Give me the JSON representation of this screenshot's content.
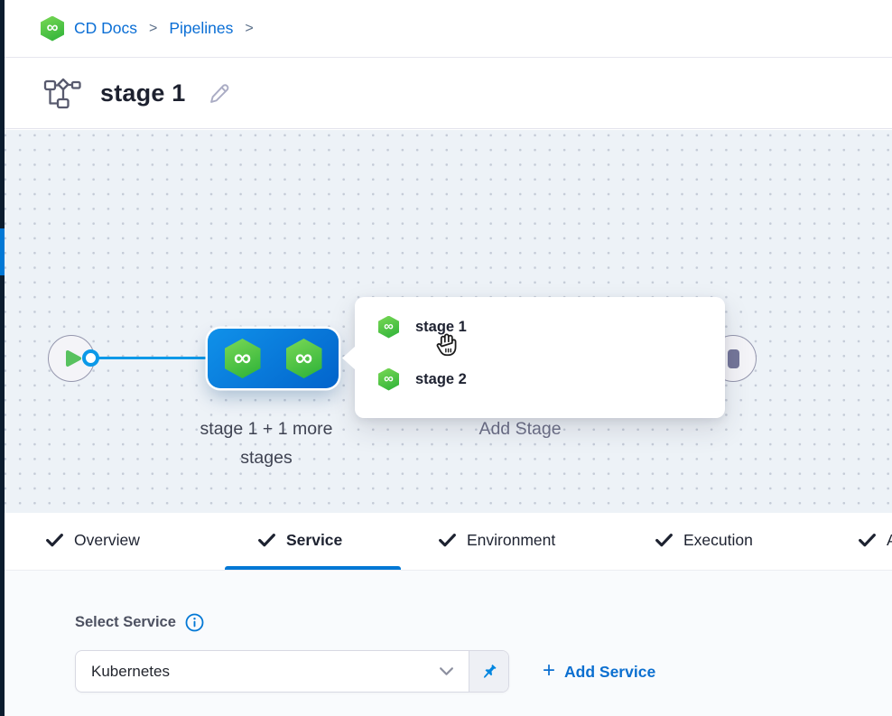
{
  "breadcrumb": {
    "separator": ">",
    "items": [
      {
        "label": "CD Docs"
      },
      {
        "label": "Pipelines"
      }
    ]
  },
  "stage_header": {
    "title": "stage 1"
  },
  "canvas": {
    "stage_node": {
      "label_line1": "stage 1 + 1 more",
      "label_line2": "stages"
    },
    "add_stage_label": "Add Stage",
    "stage_popup": {
      "items": [
        {
          "label": "stage 1"
        },
        {
          "label": "stage 2"
        }
      ]
    }
  },
  "tabs": [
    {
      "label": "Overview",
      "active": false,
      "checked": true
    },
    {
      "label": "Service",
      "active": true,
      "checked": true
    },
    {
      "label": "Environment",
      "active": false,
      "checked": true
    },
    {
      "label": "Execution",
      "active": false,
      "checked": true
    },
    {
      "label": "Advanced",
      "active": false,
      "checked": true
    }
  ],
  "service_panel": {
    "label": "Select Service",
    "service_select": {
      "value": "Kubernetes"
    },
    "add_service": {
      "plus": "+",
      "label": "Add Service"
    }
  },
  "colors": {
    "primary_blue": "#0278d5",
    "link_blue": "#0a6ed5",
    "connector_blue": "#0b99e8",
    "node_green": "#42ba40",
    "canvas_bg": "#edf2f7",
    "nav_strip_dark": "#0b1c2e"
  }
}
